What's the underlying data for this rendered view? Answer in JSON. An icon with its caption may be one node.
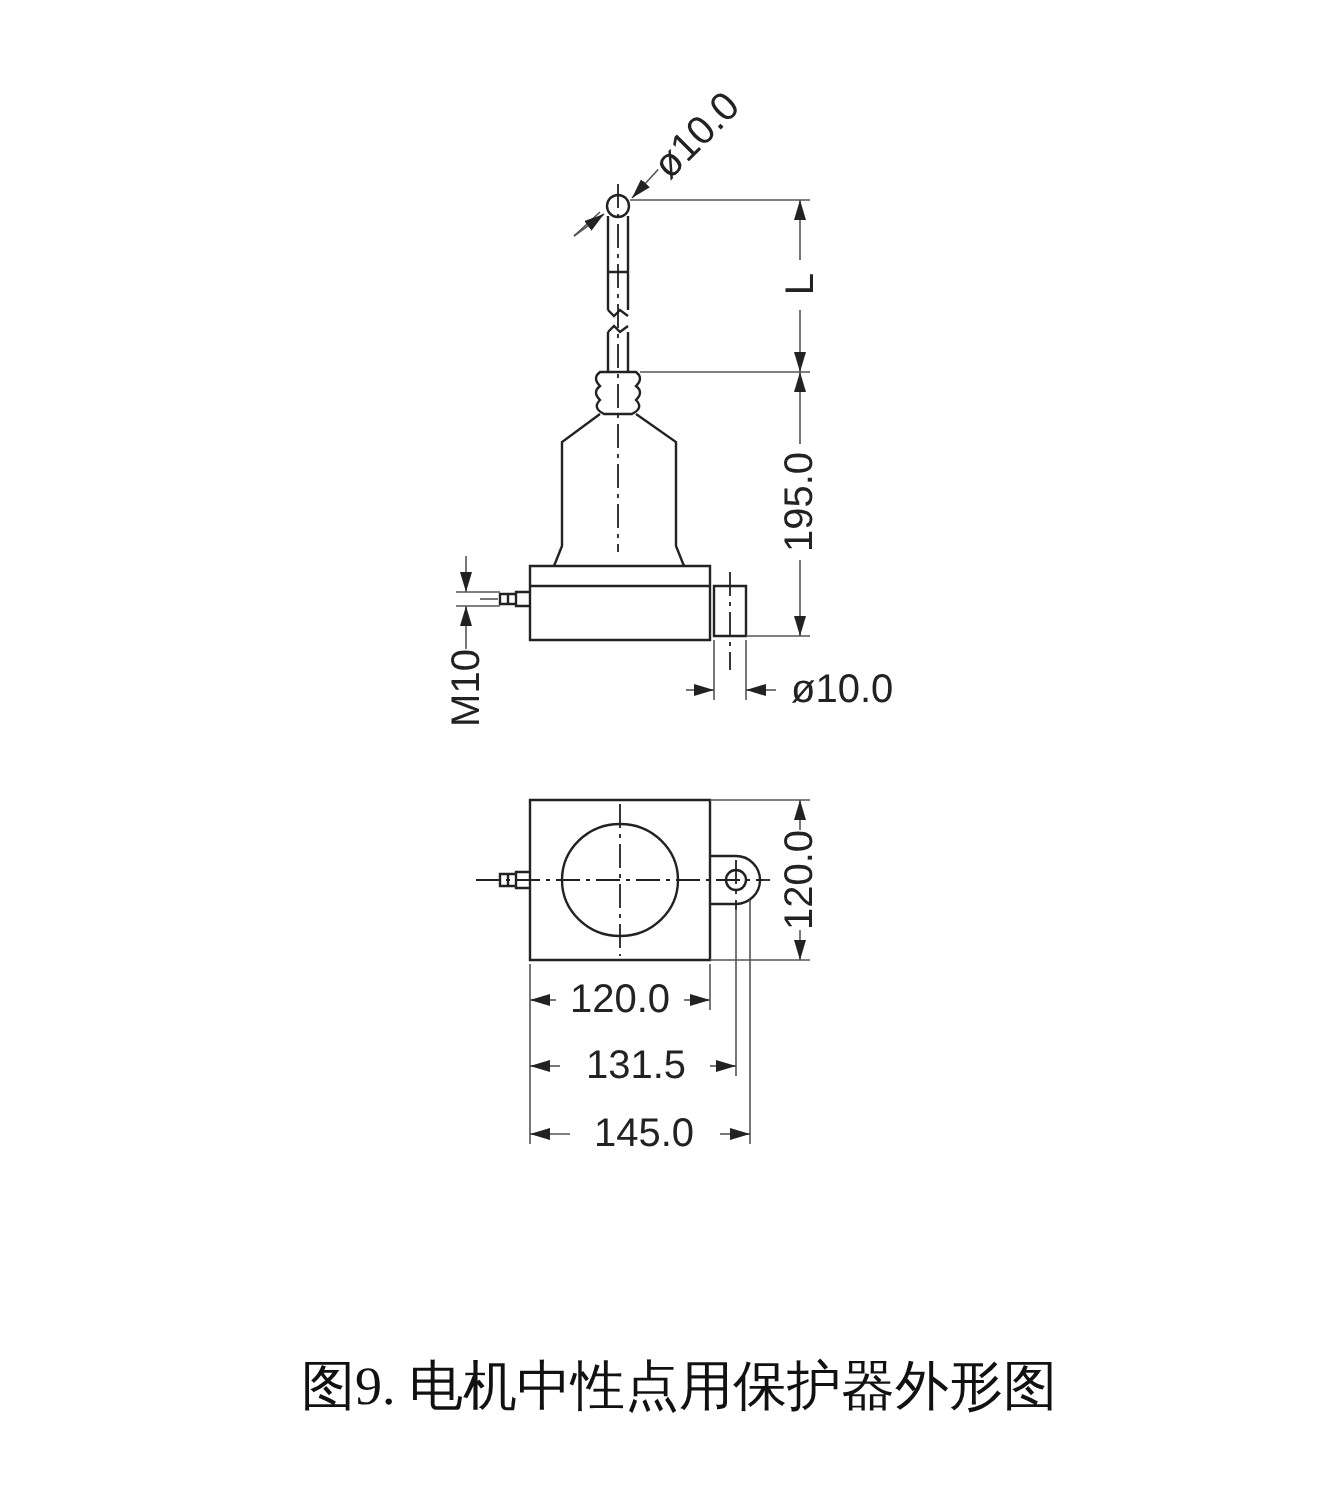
{
  "diagram": {
    "caption": "图9. 电机中性点用保护器外形图",
    "labels": [
      "ø10.0",
      "L",
      "195.0",
      "M10",
      "ø10.0",
      "120.0",
      "120.0",
      "131.5",
      "145.0"
    ]
  }
}
